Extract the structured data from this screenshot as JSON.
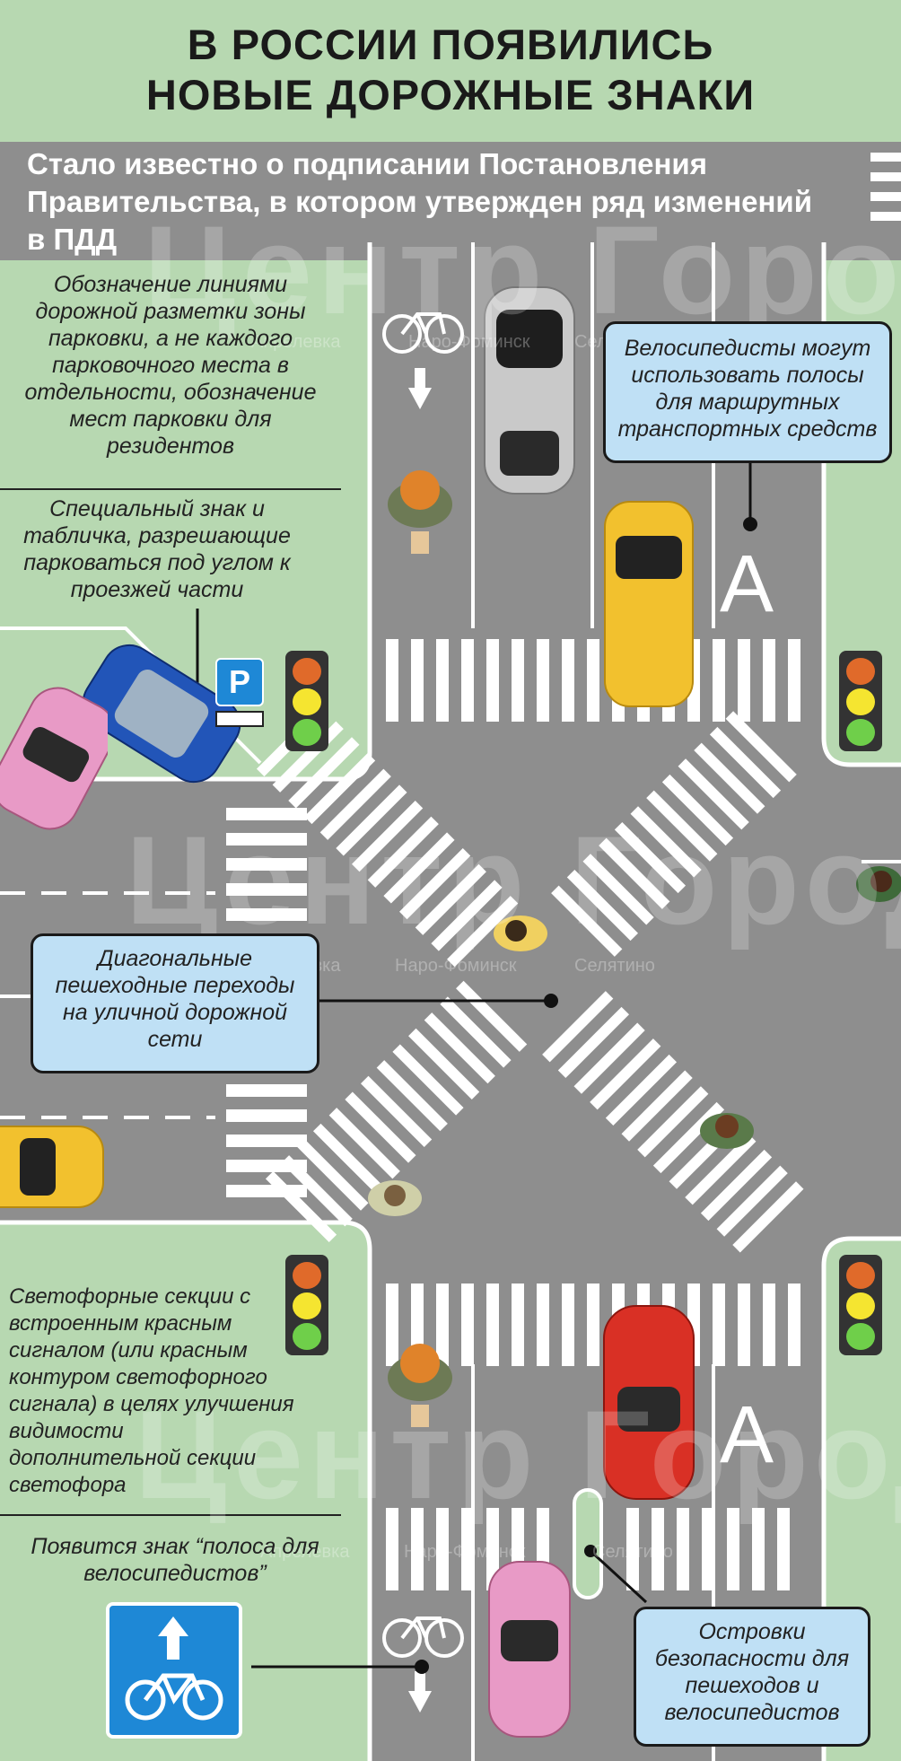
{
  "header": {
    "title_line1": "В РОССИИ ПОЯВИЛИСЬ",
    "title_line2": "НОВЫЕ ДОРОЖНЫЕ ЗНАКИ",
    "subtitle": "Стало известно о подписании Постановления Правительства, в котором утвержден ряд изменений в ПДД"
  },
  "notes": {
    "parking_zone": "Обозначение линиями дорожной разметки зоны парковки, а не каждого парковочного места в отдельности, обозначение мест парковки для резидентов",
    "angle_parking": "Специальный знак и табличка, разрешающие парковаться под углом к проезжей части",
    "cyclists_bus_lanes": "Велосипедисты могут использовать полосы для маршрутных транспортных средств",
    "diagonal_crossings": "Диагональные пешеходные переходы на уличной дорожной сети",
    "traffic_light_sections": "Светофорные секции с встроенным красным сигналом (или красным контуром светофорного сигнала) в целях улучшения видимости дополнительной секции светофора",
    "bike_lane_sign": "Появится знак “полоса для велосипедистов”",
    "safety_islands": "Островки безопасности для пешеходов и велосипедистов"
  },
  "markings": {
    "bus_lane_letter": "A",
    "parking_sign_letter": "P"
  },
  "watermark": {
    "text": "Центр Города",
    "places": [
      "Апрелевка",
      "Наро-Фоминск",
      "Селятино"
    ]
  },
  "colors": {
    "road": "#8e8e8e",
    "grass": "#b7d8b1",
    "callout_bg": "#bfe0f5",
    "sign_blue": "#1e88d6",
    "car_red": "#d93025",
    "car_yellow": "#f2c12e",
    "car_blue": "#2255b8",
    "car_pink": "#e89ac6",
    "car_silver": "#c9c9c9"
  },
  "icons": [
    "parking-sign-icon",
    "bike-lane-sign-icon",
    "bicycle-marking-icon",
    "traffic-light-icon",
    "pedestrian-icon",
    "car-icon"
  ]
}
